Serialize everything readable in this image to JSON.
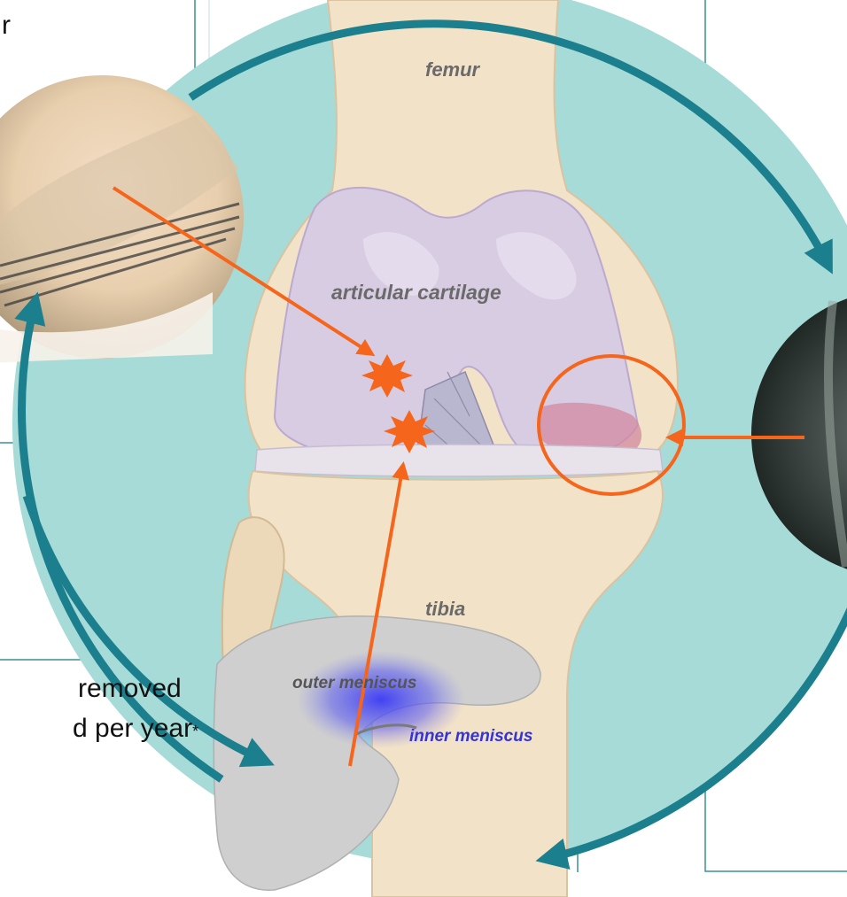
{
  "labels": {
    "femur": "femur",
    "articular_cartilage": "articular cartilage",
    "tibia": "tibia",
    "outer_meniscus": "outer meniscus",
    "inner_meniscus": "inner meniscus"
  },
  "text_fragments": {
    "top_left_char": "r",
    "removed_line": "removed",
    "per_year_line": "d per year",
    "asterisk": "*"
  },
  "colors": {
    "circle_fill": "#a6dbd8",
    "cycle_arrow": "#1b7f8e",
    "pointer_arrow": "#f5661c",
    "inner_meniscus_text": "#3333dd",
    "label_gray": "#6a6a6a",
    "frame_line": "#3b8f93"
  }
}
